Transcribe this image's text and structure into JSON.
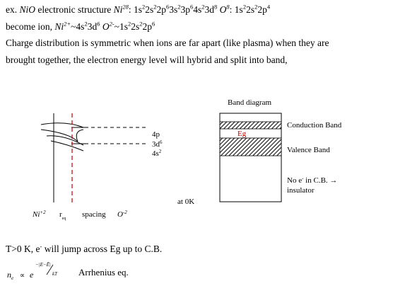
{
  "text": {
    "l1_prefix": "ex. ",
    "l1_nio": "NiO",
    "l1_mid": " electronic structure ",
    "l1_ni": "Ni",
    "l1_ni_sup": "28",
    "l1_ni_config": ": 1s",
    "l1_o": "O",
    "l1_o_sup": "8",
    "l1_o_config": ": 1s",
    "l2_prefix": "become ion, ",
    "l2_ni": "Ni",
    "l2_ni_sup": "2+",
    "l2_ni_config": "~4s",
    "l2_o": "O",
    "l2_o_sup": "2-",
    "l2_o_config": "~1s",
    "l3": "Charge distribution is symmetric when ions are far apart (like plasma) when they are",
    "l4": "brought together, the electron energy level will hybrid and split into band,",
    "t_line_prefix": "T>0 K, e",
    "t_line_suffix": " will jump across Eg up to C.B.",
    "arrhenius_label": "Arrhenius eq."
  },
  "diagram_left": {
    "levels": [
      "4p",
      "3d6",
      "4s2"
    ],
    "at_label": "at 0K",
    "axis_ni": "Ni",
    "axis_ni_sup": "+2",
    "axis_r": "r",
    "axis_r_sub": "eq",
    "axis_spacing": "spacing",
    "axis_o": "O",
    "axis_o_sup": "-2"
  },
  "diagram_right": {
    "title": "Band diagram",
    "gap_label": "Eg",
    "conduction": "Conduction Band",
    "valence": "Valence Band",
    "note_line1": "No e",
    "note_line1b": " in C.B. →",
    "note_line2": "insulator"
  },
  "colors": {
    "accent_red": "#c00000"
  }
}
